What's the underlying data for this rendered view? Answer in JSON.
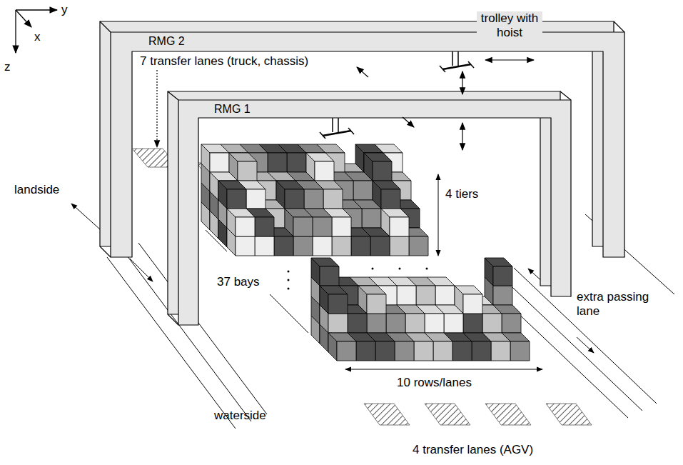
{
  "diagram": {
    "labels": [
      "y",
      "x",
      "z",
      "RMG 2",
      "trolley with hoist",
      "7 transfer lanes (truck, chassis)",
      "RMG 1",
      "landside",
      "4 tiers",
      "37 bays",
      "extra passing lane",
      "10 rows/lanes",
      "waterside",
      "4 transfer lanes (AGV)"
    ]
  }
}
